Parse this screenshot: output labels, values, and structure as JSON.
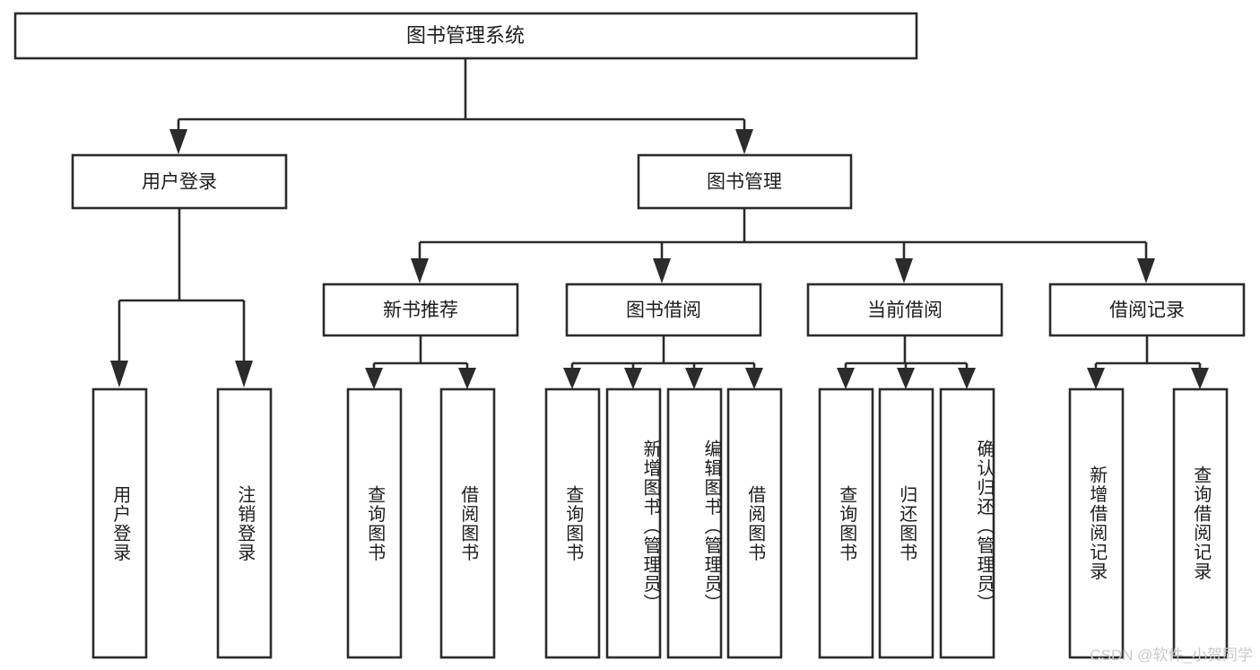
{
  "diagram": {
    "title": "图书管理系统",
    "watermark": "CSDN @软件_小贺同学",
    "root": {
      "label": "图书管理系统"
    },
    "level2": [
      {
        "label": "用户登录"
      },
      {
        "label": "图书管理"
      }
    ],
    "level3": [
      {
        "label": "新书推荐"
      },
      {
        "label": "图书借阅"
      },
      {
        "label": "当前借阅"
      },
      {
        "label": "借阅记录"
      }
    ],
    "leaves": {
      "user_login": [
        {
          "label": "用户登录"
        },
        {
          "label": "注销登录"
        }
      ],
      "new_book_recommend": [
        {
          "label": "查询图书"
        },
        {
          "label": "借阅图书"
        }
      ],
      "book_borrow": [
        {
          "label": "查询图书"
        },
        {
          "label": "新增图书（管理员）"
        },
        {
          "label": "编辑图书（管理员）"
        },
        {
          "label": "借阅图书"
        }
      ],
      "current_borrow": [
        {
          "label": "查询图书"
        },
        {
          "label": "归还图书"
        },
        {
          "label": "确认归还（管理员）"
        }
      ],
      "borrow_record": [
        {
          "label": "新增借阅记录"
        },
        {
          "label": "查询借阅记录"
        }
      ]
    },
    "colors": {
      "box_stroke": "#2b2b2b",
      "box_fill": "#ffffff",
      "text": "#1d1d1d",
      "background": "#ffffff",
      "watermark": "#c9c9c9"
    }
  }
}
